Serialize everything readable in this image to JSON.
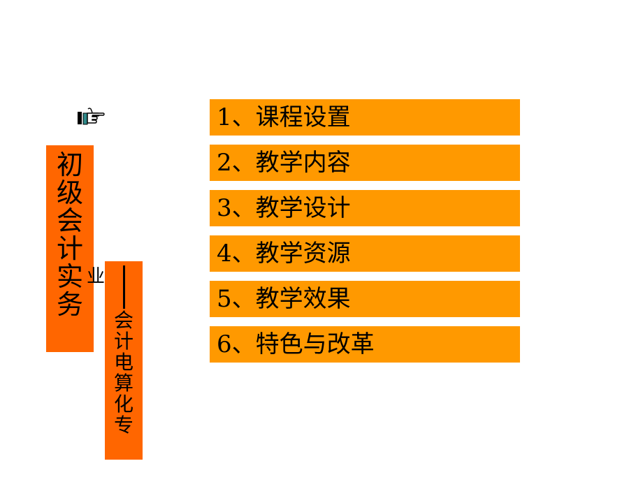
{
  "pointer_icon": "pointing-hand-icon",
  "course_title": [
    "初",
    "级",
    "会",
    "计",
    "实",
    "务"
  ],
  "ye_char": "业",
  "sub_title": [
    "会",
    "计",
    "电",
    "算",
    "化",
    "专"
  ],
  "menu": [
    {
      "label": "1、课程设置"
    },
    {
      "label": "2、教学内容"
    },
    {
      "label": "3、教学设计"
    },
    {
      "label": "4、教学资源"
    },
    {
      "label": "5、教学效果"
    },
    {
      "label": "6、特色与改革"
    }
  ],
  "colors": {
    "title_bg": "#ff6600",
    "menu_bg": "#ff9900"
  }
}
